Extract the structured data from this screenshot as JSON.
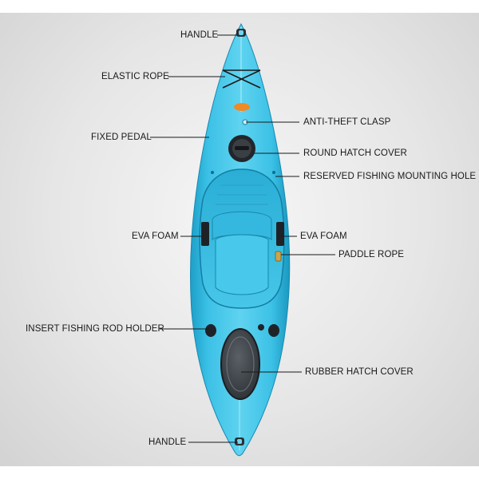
{
  "labels": {
    "handle_top": "HANDLE",
    "elastic_rope": "ELASTIC ROPE",
    "fixed_pedal": "FIXED PEDAL",
    "anti_theft_clasp": "ANTI-THEFT CLASP",
    "round_hatch_cover": "ROUND HATCH COVER",
    "reserved_mounting_hole": "RESERVED FISHING MOUNTING HOLE",
    "eva_foam_left": "EVA FOAM",
    "eva_foam_right": "EVA FOAM",
    "paddle_rope": "PADDLE ROPE",
    "insert_rod_holder": "INSERT FISHING ROD HOLDER",
    "rubber_hatch_cover": "RUBBER HATCH COVER",
    "handle_bottom": "HANDLE"
  },
  "colors": {
    "hull": "#3fc3e6",
    "hull_dark": "#1c9cc4",
    "hull_light": "#8fe0f5",
    "accent_sticker": "#f08a24",
    "hatch": "#3a3f44"
  }
}
